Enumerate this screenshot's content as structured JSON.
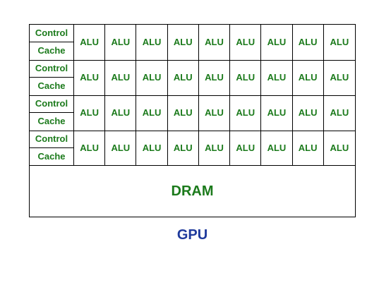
{
  "diagram": {
    "control_label": "Control",
    "cache_label": "Cache",
    "alu_label": "ALU",
    "row_count": 4,
    "alus_per_row": 9,
    "dram_label": "DRAM",
    "gpu_label": "GPU",
    "colors": {
      "component_text": "#1b7a1b",
      "gpu_text": "#1f3a9c",
      "border": "#000000"
    }
  }
}
